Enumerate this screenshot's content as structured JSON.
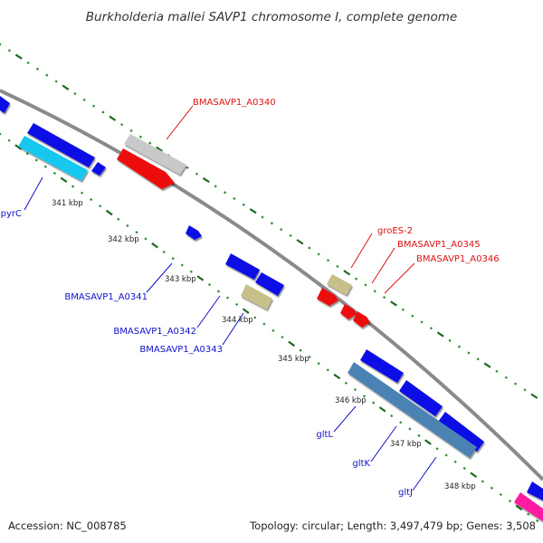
{
  "title": "Burkholderia mallei SAVP1 chromosome I, complete genome",
  "footer": {
    "accession": "Accession: NC_008785",
    "summary": "Topology: circular; Length: 3,497,479 bp; Genes: 3,508"
  },
  "colors": {
    "backbone": "#8a8a8a",
    "tick_dots": "#2f8a2f",
    "tick_major": "#1f6a1f",
    "blue_gene": "#0a0ae6",
    "light_blue_gene": "#19c8ef",
    "steel_blue_gene": "#4c82b4",
    "red_gene": "#ee0d0d",
    "gray_gene": "#c9c9c9",
    "khaki_gene": "#c8c08a",
    "magenta_gene": "#ff1ca0",
    "label_blue": "#1010cc",
    "label_red": "#dd1111"
  },
  "scale_labels": [
    "341 kbp",
    "342 kbp",
    "343 kbp",
    "344 kbp",
    "345 kbp",
    "346 kbp",
    "347 kbp",
    "348 kbp"
  ],
  "gene_labels": {
    "pyrC": "pyrC",
    "a0341": "BMASAVP1_A0341",
    "a0342": "BMASAVP1_A0342",
    "a0343": "BMASAVP1_A0343",
    "gltL": "gltL",
    "gltK": "gltK",
    "gltJ": "gltJ",
    "a0340": "BMASAVP1_A0340",
    "groES2": "groES-2",
    "a0345": "BMASAVP1_A0345",
    "a0346": "BMASAVP1_A0346"
  }
}
